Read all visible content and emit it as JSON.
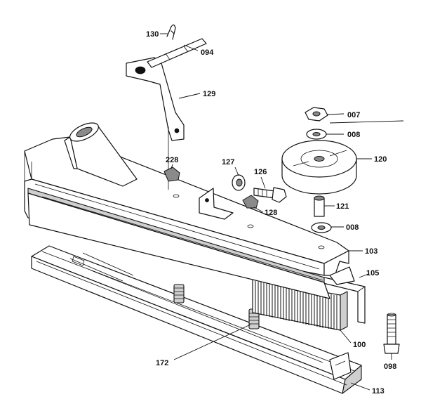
{
  "callouts": {
    "c130": "130",
    "c094": "094",
    "c129": "129",
    "c007": "007",
    "c008a": "008",
    "c228": "228",
    "c127": "127",
    "c126": "126",
    "c120": "120",
    "c128": "128",
    "c121": "121",
    "c008b": "008",
    "c103": "103",
    "c105": "105",
    "c100": "100",
    "c098": "098",
    "c172": "172",
    "c113": "113"
  },
  "colors": {
    "line": "#111111",
    "shade": "#cfcfcf",
    "dark": "#8a8a8a",
    "background": "#ffffff"
  }
}
